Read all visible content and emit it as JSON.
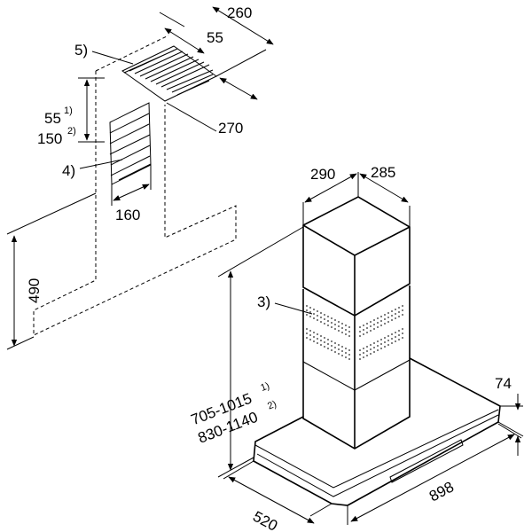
{
  "labels": {
    "vent_grille": "5)",
    "socket": "4)",
    "chimney_vents": "3)"
  },
  "dimensions": {
    "depth_top": "260",
    "offset_top": "55",
    "width_top": "270",
    "socket_offset": "55",
    "socket_offset_note": "1)",
    "socket_alt": "150",
    "socket_alt_note": "2)",
    "socket_width": "160",
    "ceiling_height": "490",
    "chimney_width": "290",
    "chimney_depth": "285",
    "height_range_1": "705-1015",
    "height_range_1_note": "1)",
    "height_range_2": "830-1140",
    "height_range_2_note": "2)",
    "canopy_height": "74",
    "hood_width": "898",
    "hood_depth": "520"
  }
}
